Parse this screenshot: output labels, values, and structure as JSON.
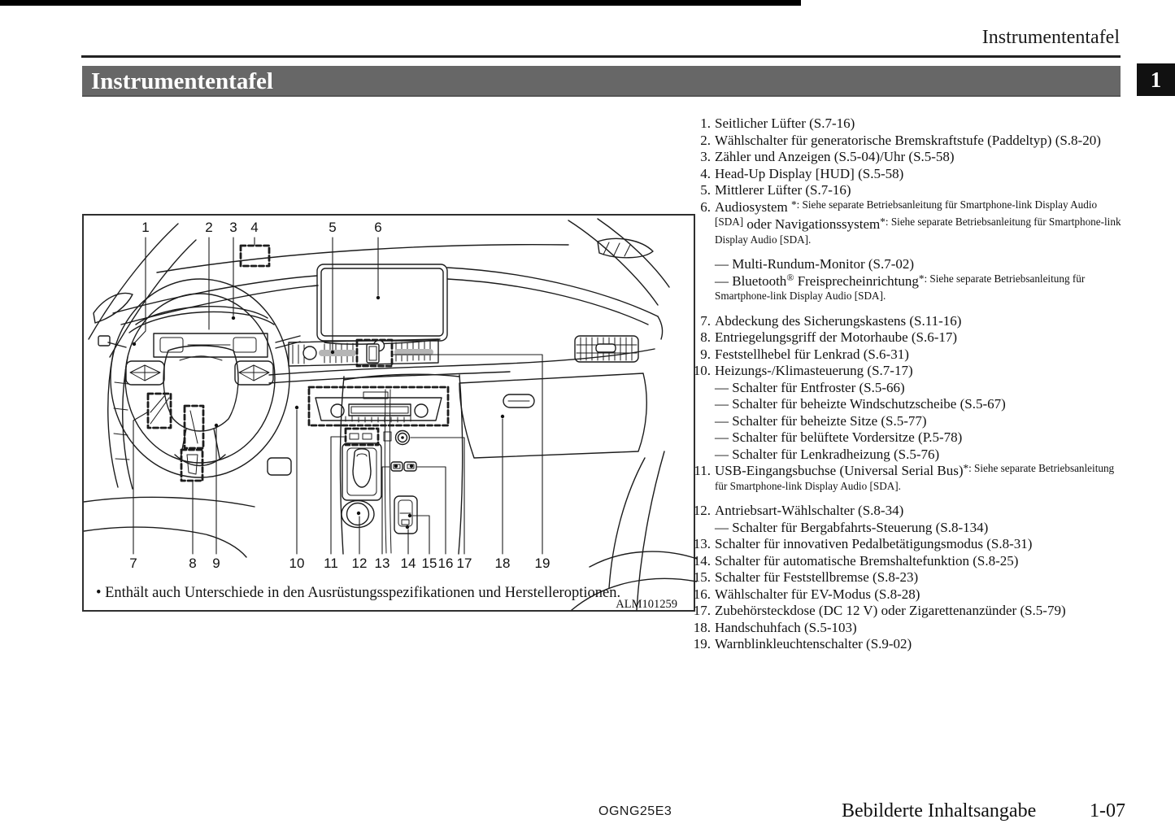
{
  "colors": {
    "title_bar_bg": "#676767",
    "tab_bg": "#111111"
  },
  "page": {
    "running_title": "Instrumententafel",
    "chapter_tab": "1",
    "title": "Instrumententafel",
    "footer": {
      "doc_code": "OGNG25E3",
      "section": "Bebilderte Inhaltsangabe",
      "page_number": "1-07"
    }
  },
  "figure": {
    "caption": "• Enthält auch Unterschiede in den Ausrüstungsspezifikationen und Herstelleroptionen.",
    "figure_code": "ALM101259",
    "callouts_top": [
      "1",
      "2",
      "3",
      "4",
      "5",
      "6"
    ],
    "callouts_bottom": [
      "7",
      "8",
      "9",
      "10",
      "11",
      "12",
      "13",
      "14",
      "15",
      "16",
      "17",
      "18",
      "19"
    ]
  },
  "legend": {
    "items": [
      {
        "num": "1.",
        "segs": [
          {
            "k": "t",
            "v": "Seitlicher Lüfter (S.7-16)"
          }
        ]
      },
      {
        "num": "2.",
        "segs": [
          {
            "k": "t",
            "v": "Wählschalter für generatorische Bremskraftstufe (Paddeltyp) (S.8-20)"
          }
        ]
      },
      {
        "num": "3.",
        "segs": [
          {
            "k": "t",
            "v": "Zähler und Anzeigen (S.5-04)/Uhr (S.5-58)"
          }
        ]
      },
      {
        "num": "4.",
        "segs": [
          {
            "k": "t",
            "v": "Head-Up Display [HUD] (S.5-58)"
          }
        ]
      },
      {
        "num": "5.",
        "segs": [
          {
            "k": "t",
            "v": "Mittlerer Lüfter (S.7-16)"
          }
        ]
      },
      {
        "num": "6.",
        "segs": [
          {
            "k": "t",
            "v": "Audiosystem "
          },
          {
            "k": "n",
            "v": "*: Siehe separate Betriebsanleitung für Smartphone-link Display Audio [SDA]"
          },
          {
            "k": "t",
            "v": " oder Navigationssystem"
          },
          {
            "k": "n",
            "v": "*: Siehe separate Betriebsanleitung für Smartphone-link Display Audio [SDA]."
          }
        ],
        "subs": [
          {
            "segs": [
              {
                "k": "t",
                "v": "— Multi-Rundum-Monitor (S.7-02)"
              }
            ]
          },
          {
            "segs": [
              {
                "k": "t",
                "v": "— Bluetooth"
              },
              {
                "k": "r",
                "v": "®"
              },
              {
                "k": "t",
                "v": " Freisprecheinrichtung"
              },
              {
                "k": "n",
                "v": "*: Siehe separate Betriebsanleitung für Smartphone-link Display Audio [SDA]."
              }
            ]
          }
        ]
      },
      {
        "num": "7.",
        "segs": [
          {
            "k": "t",
            "v": "Abdeckung des Sicherungskastens (S.11-16)"
          }
        ]
      },
      {
        "num": "8.",
        "segs": [
          {
            "k": "t",
            "v": "Entriegelungsgriff der Motorhaube (S.6-17)"
          }
        ]
      },
      {
        "num": "9.",
        "segs": [
          {
            "k": "t",
            "v": "Feststellhebel für Lenkrad (S.6-31)"
          }
        ]
      },
      {
        "num": "10.",
        "segs": [
          {
            "k": "t",
            "v": "Heizungs-/Klimasteuerung (S.7-17)"
          }
        ],
        "subs": [
          {
            "segs": [
              {
                "k": "t",
                "v": "— Schalter für Entfroster (S.5-66)"
              }
            ]
          },
          {
            "segs": [
              {
                "k": "t",
                "v": "— Schalter für beheizte Windschutzscheibe (S.5-67)"
              }
            ]
          },
          {
            "segs": [
              {
                "k": "t",
                "v": "— Schalter für beheizte Sitze (S.5-77)"
              }
            ]
          },
          {
            "segs": [
              {
                "k": "t",
                "v": "— Schalter für belüftete Vordersitze (P.5-78)"
              }
            ]
          },
          {
            "segs": [
              {
                "k": "t",
                "v": "— Schalter für Lenkradheizung (S.5-76)"
              }
            ]
          }
        ]
      },
      {
        "num": "11.",
        "segs": [
          {
            "k": "t",
            "v": "USB-Eingangsbuchse (Universal Serial Bus)"
          },
          {
            "k": "n",
            "v": "*: Siehe separate Betriebsanleitung für Smartphone-link Display Audio [SDA]."
          }
        ]
      },
      {
        "num": "12.",
        "segs": [
          {
            "k": "t",
            "v": "Antriebsart-Wählschalter (S.8-34)"
          }
        ],
        "subs": [
          {
            "segs": [
              {
                "k": "t",
                "v": "— Schalter für Bergabfahrts-Steuerung (S.8-134)"
              }
            ]
          }
        ]
      },
      {
        "num": "13.",
        "segs": [
          {
            "k": "t",
            "v": "Schalter für innovativen Pedalbetätigungsmodus (S.8-31)"
          }
        ]
      },
      {
        "num": "14.",
        "segs": [
          {
            "k": "t",
            "v": "Schalter für automatische Bremshaltefunktion (S.8-25)"
          }
        ]
      },
      {
        "num": "15.",
        "segs": [
          {
            "k": "t",
            "v": "Schalter für Feststellbremse (S.8-23)"
          }
        ]
      },
      {
        "num": "16.",
        "segs": [
          {
            "k": "t",
            "v": "Wählschalter für EV-Modus (S.8-28)"
          }
        ]
      },
      {
        "num": "17.",
        "segs": [
          {
            "k": "t",
            "v": "Zubehörsteckdose (DC 12 V) oder Zigarettenanzünder (S.5-79)"
          }
        ]
      },
      {
        "num": "18.",
        "segs": [
          {
            "k": "t",
            "v": "Handschuhfach (S.5-103)"
          }
        ]
      },
      {
        "num": "19.",
        "segs": [
          {
            "k": "t",
            "v": "Warnblinkleuchtenschalter (S.9-02)"
          }
        ]
      }
    ]
  }
}
